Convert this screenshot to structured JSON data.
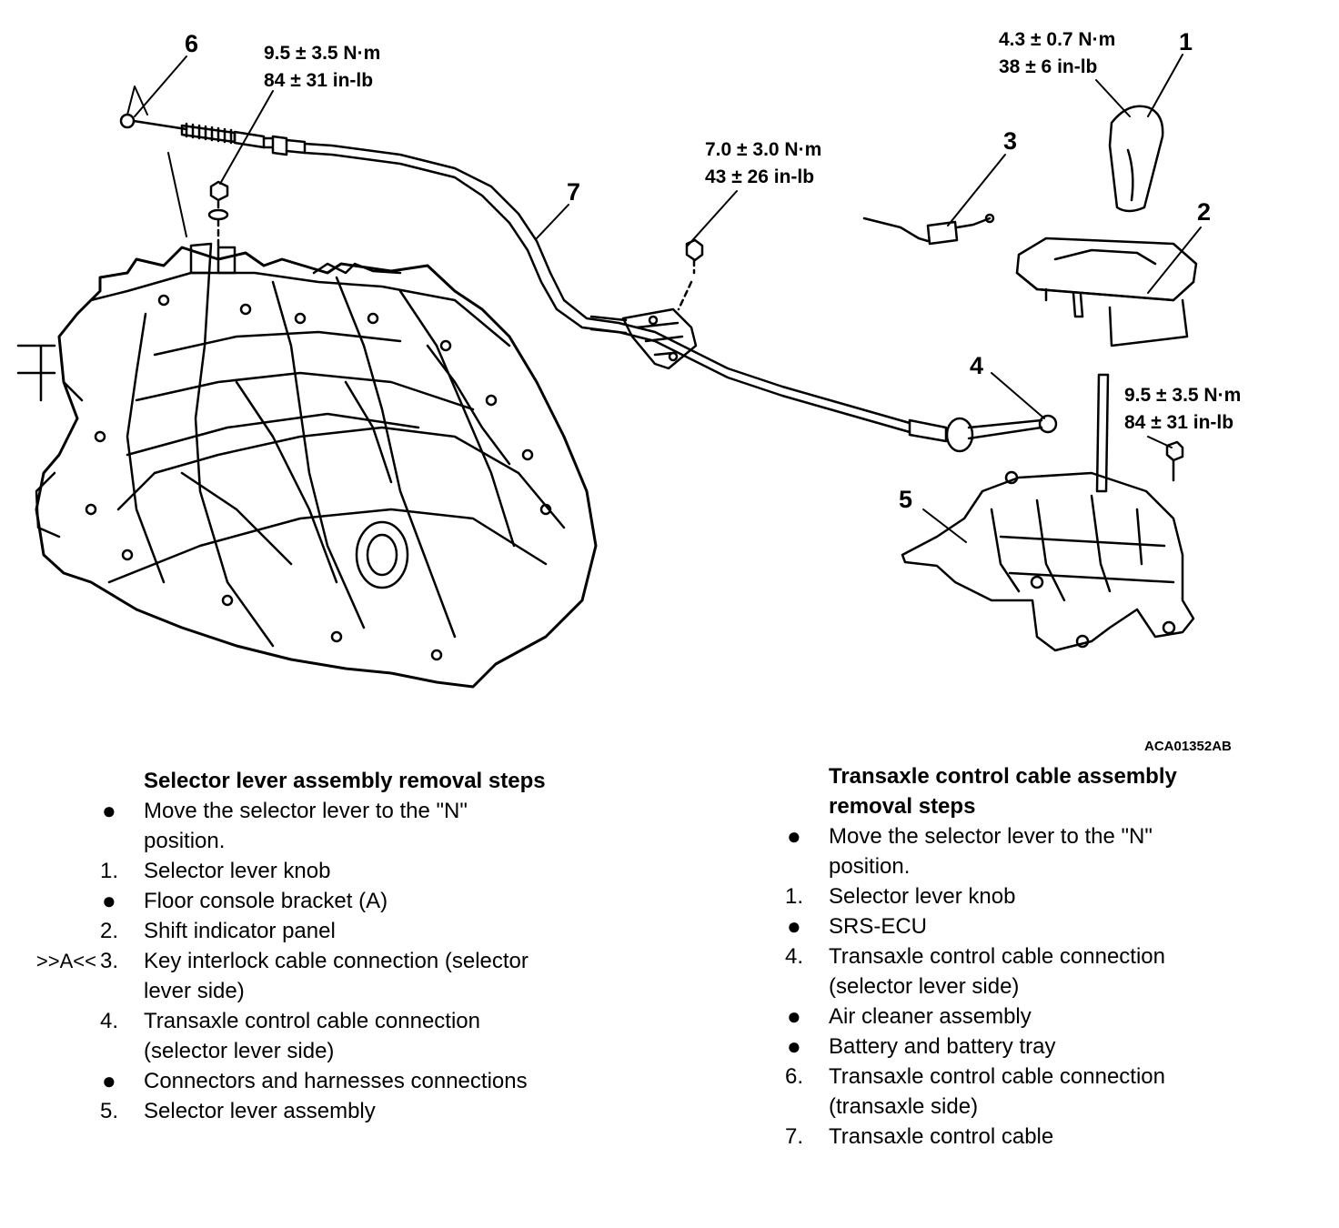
{
  "diagram": {
    "callouts": [
      "1",
      "2",
      "3",
      "4",
      "5",
      "6",
      "7"
    ],
    "torque_specs": {
      "knob": {
        "nm": "4.3 ± 0.7 N·m",
        "inlb": "38 ± 6 in-lb"
      },
      "bracket": {
        "nm": "7.0 ± 3.0 N·m",
        "inlb": "43 ± 26 in-lb"
      },
      "transaxle_nut": {
        "nm": "9.5 ± 3.5 N·m",
        "inlb": "84 ± 31 in-lb"
      },
      "selector_bolt": {
        "nm": "9.5 ± 3.5 N·m",
        "inlb": "84 ± 31 in-lb"
      }
    },
    "figure_id": "ACA01352AB"
  },
  "selector_removal": {
    "heading": "Selector lever assembly removal steps",
    "steps": [
      {
        "marker": "●",
        "text": "Move the selector lever to the \"N\" position."
      },
      {
        "marker": "1.",
        "text": "Selector lever knob"
      },
      {
        "marker": "●",
        "text": "Floor console bracket (A)"
      },
      {
        "marker": "2.",
        "text": "Shift indicator panel"
      },
      {
        "marker": "3.",
        "ref": ">>A<<",
        "text": "Key interlock cable connection (selector lever side)"
      },
      {
        "marker": "4.",
        "text": "Transaxle control cable connection (selector lever side)"
      },
      {
        "marker": "●",
        "text": "Connectors and harnesses connections"
      },
      {
        "marker": "5.",
        "text": "Selector lever assembly"
      }
    ]
  },
  "cable_removal": {
    "heading": "Transaxle control cable assembly removal steps",
    "steps": [
      {
        "marker": "●",
        "text": "Move the selector lever to the \"N\" position."
      },
      {
        "marker": "1.",
        "text": "Selector lever knob"
      },
      {
        "marker": "●",
        "text": "SRS-ECU"
      },
      {
        "marker": "4.",
        "text": "Transaxle control cable connection (selector lever side)"
      },
      {
        "marker": "●",
        "text": "Air cleaner assembly"
      },
      {
        "marker": "●",
        "text": "Battery and battery tray"
      },
      {
        "marker": "6.",
        "text": "Transaxle control cable connection (transaxle side)"
      },
      {
        "marker": "7.",
        "text": "Transaxle control cable"
      }
    ]
  }
}
